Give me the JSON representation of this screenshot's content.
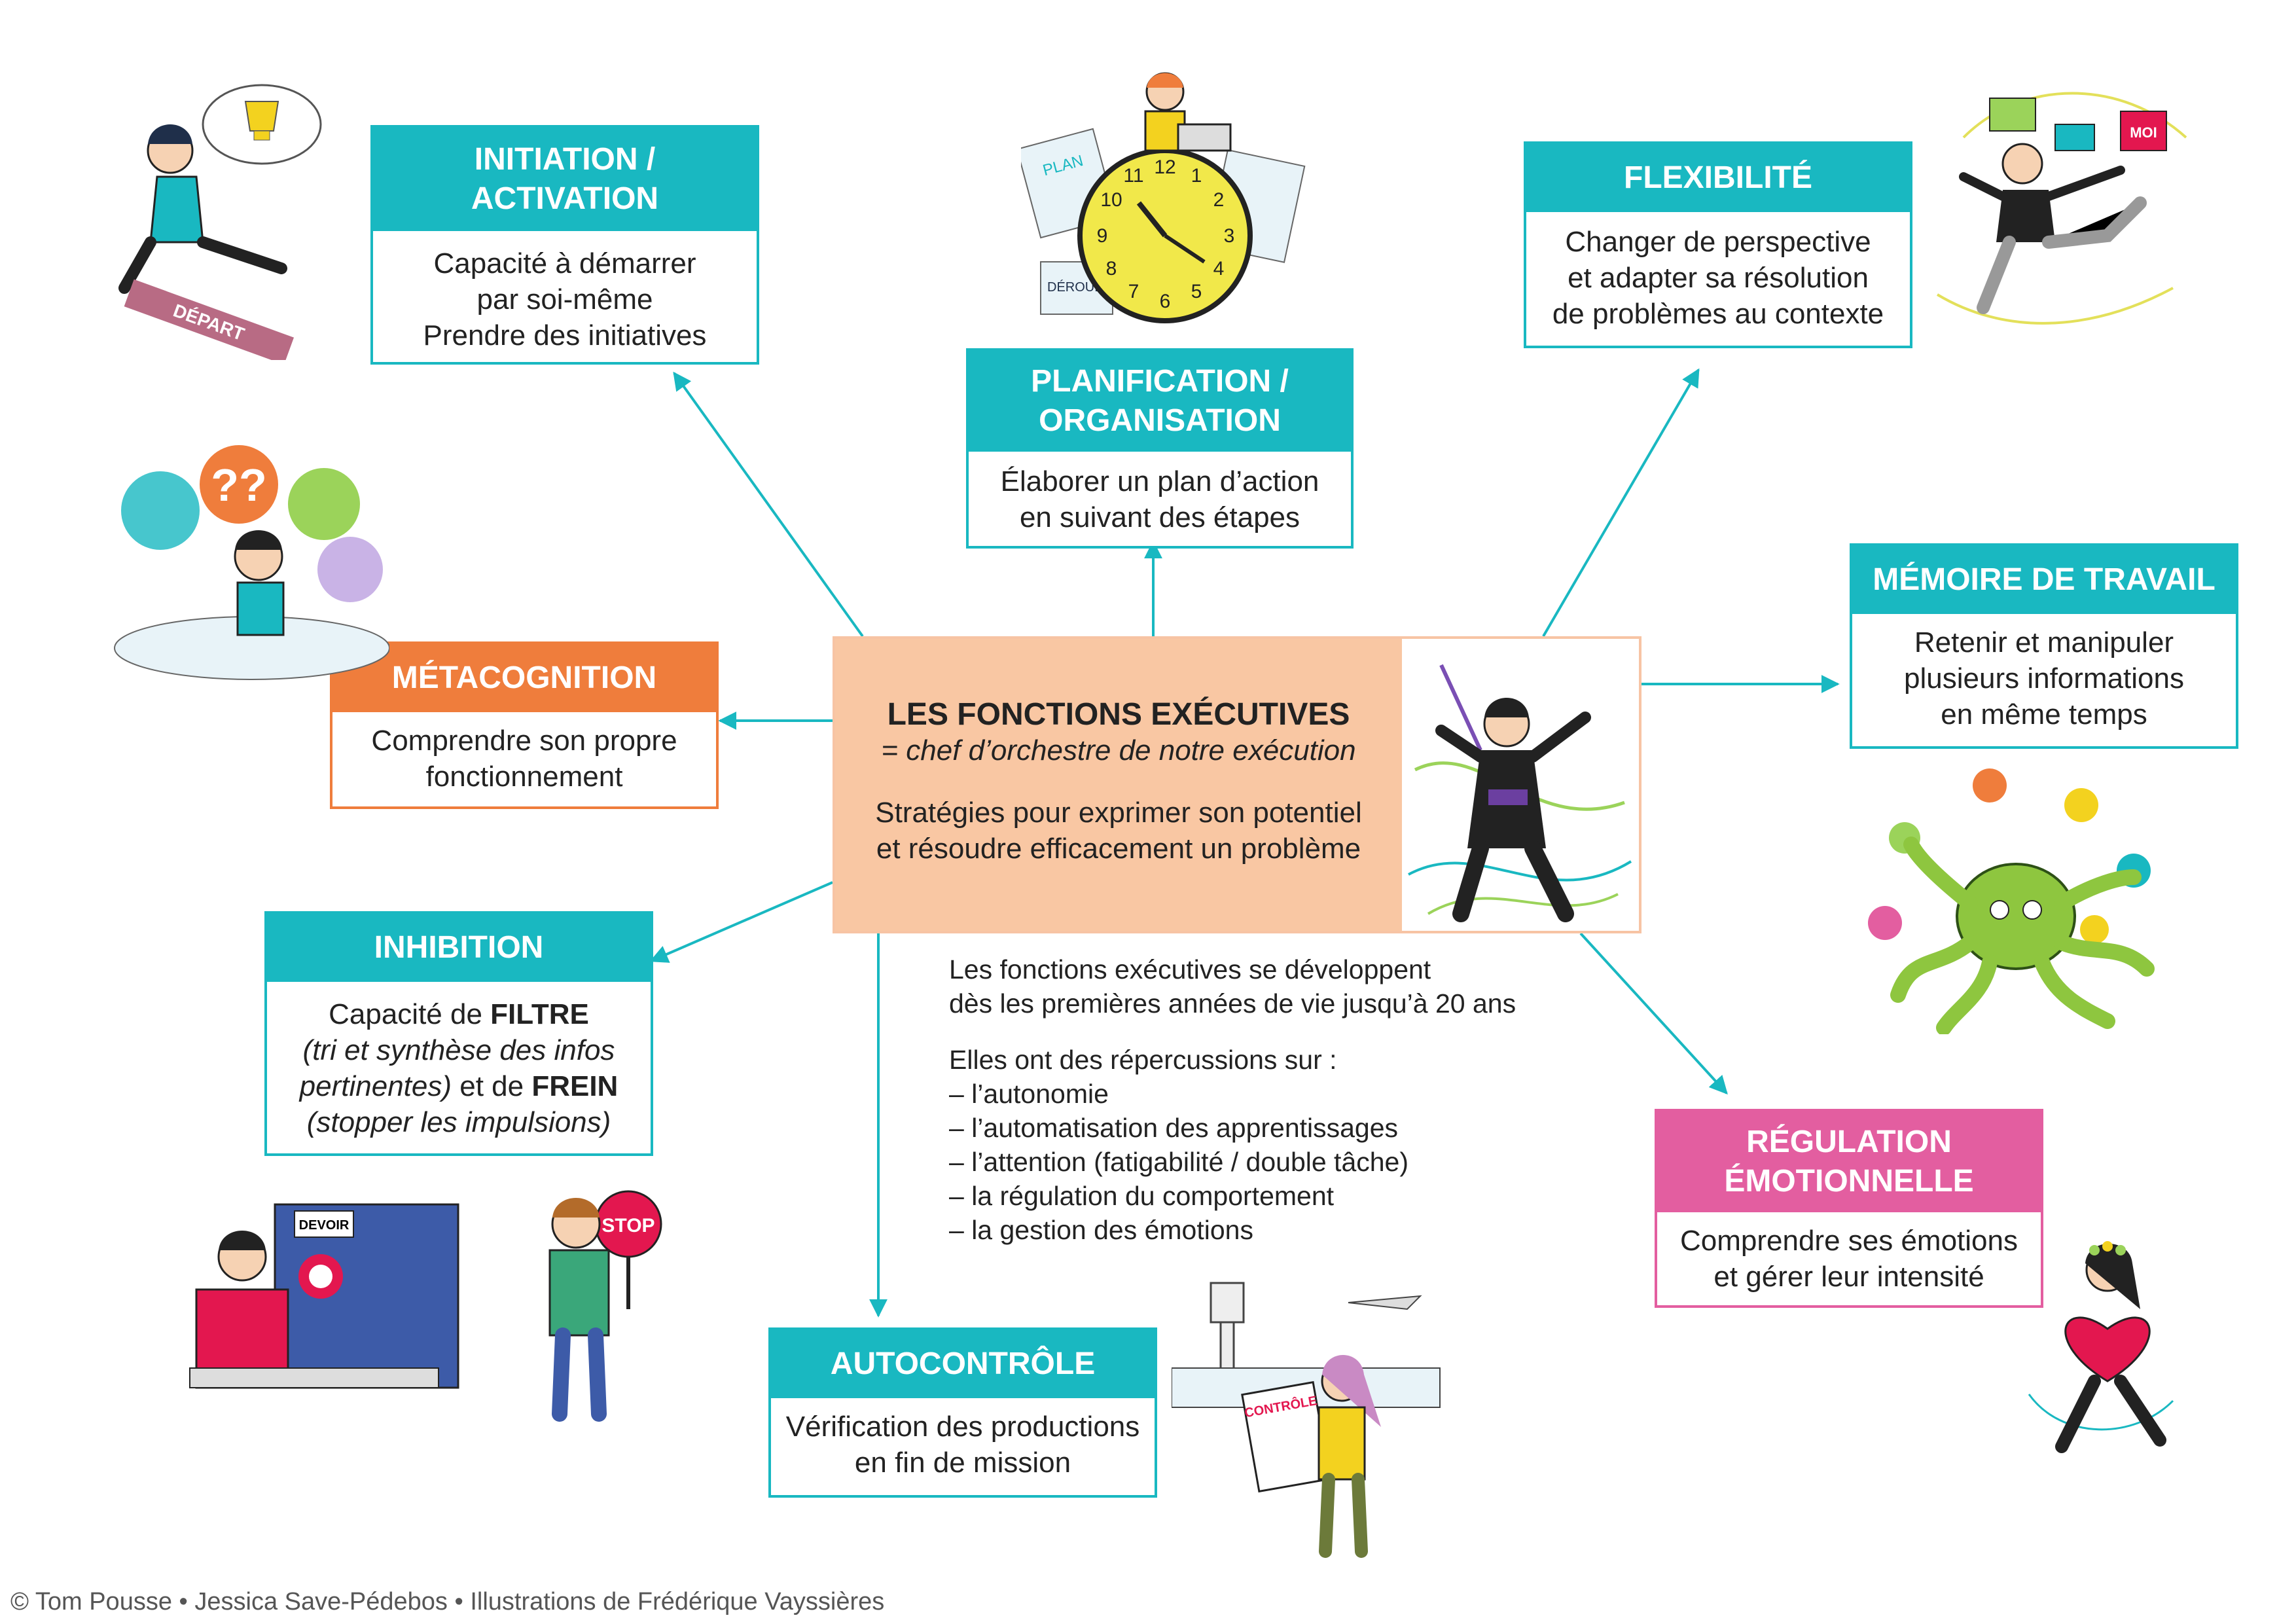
{
  "center": {
    "title": "LES FONCTIONS EXÉCUTIVES",
    "subtitle": "= chef d’orchestre de notre exécution",
    "strategy_line1": "Stratégies pour exprimer son potentiel",
    "strategy_line2": "et résoudre efficacement un problème"
  },
  "nodes": {
    "initiation": {
      "title1": "INITIATION /",
      "title2": "ACTIVATION",
      "line1": "Capacité à démarrer",
      "line2": "par soi-même",
      "line3": "Prendre des initiatives"
    },
    "planification": {
      "title1": "PLANIFICATION /",
      "title2": "ORGANISATION",
      "line1": "Élaborer un plan d’action",
      "line2": "en suivant des étapes"
    },
    "flexibilite": {
      "title": "FLEXIBILITÉ",
      "line1": "Changer de perspective",
      "line2": "et adapter sa résolution",
      "line3": "de problèmes au contexte"
    },
    "memoire": {
      "title": "MÉMOIRE DE TRAVAIL",
      "line1": "Retenir et manipuler",
      "line2": "plusieurs informations",
      "line3": "en même temps"
    },
    "metacognition": {
      "title": "MÉTACOGNITION",
      "line1": "Comprendre son propre",
      "line2": "fonctionnement"
    },
    "inhibition": {
      "title": "INHIBITION",
      "l1a": "Capacité de ",
      "l1b": "FILTRE",
      "l2": "(tri et synthèse des infos",
      "l3a": "pertinentes)",
      "l3b": " et de ",
      "l3c": "FREIN",
      "l4": "(stopper les impulsions)"
    },
    "regulation": {
      "title1": "RÉGULATION",
      "title2": "ÉMOTIONNELLE",
      "line1": "Comprendre ses émotions",
      "line2": "et gérer leur intensité"
    },
    "autocontrole": {
      "title": "AUTOCONTRÔLE",
      "line1": "Vérification des productions",
      "line2": "en fin de mission"
    }
  },
  "notes": {
    "dev_line1": "Les fonctions exécutives se développent",
    "dev_line2": "dès les premières années de vie jusqu’à 20 ans",
    "rep_intro": "Elles ont des répercussions sur :",
    "items": [
      "– l’autonomie",
      "– l’automatisation des apprentissages",
      "– l’attention (fatigabilité / double tâche)",
      "– la régulation du comportement",
      "– la gestion des émotions"
    ]
  },
  "illustration_text": {
    "depart": "DÉPART",
    "plan": "PLAN",
    "deroule": "DÉROULÉ",
    "stop": "STOP",
    "devoir": "DEVOIR",
    "moi": "MOI",
    "controle": "CONTRÔLE",
    "clock_numbers": [
      "12",
      "1",
      "2",
      "3",
      "4",
      "5",
      "6",
      "7",
      "8",
      "9",
      "10",
      "11"
    ]
  },
  "credits": "© Tom Pousse • Jessica Save-Pédebos • Illustrations de Frédérique Vayssières",
  "colors": {
    "teal": "#19b8c1",
    "orange": "#ef7d3c",
    "pink": "#e35ea0",
    "peach": "#f9c7a3",
    "arrow": "#19b8c1"
  }
}
